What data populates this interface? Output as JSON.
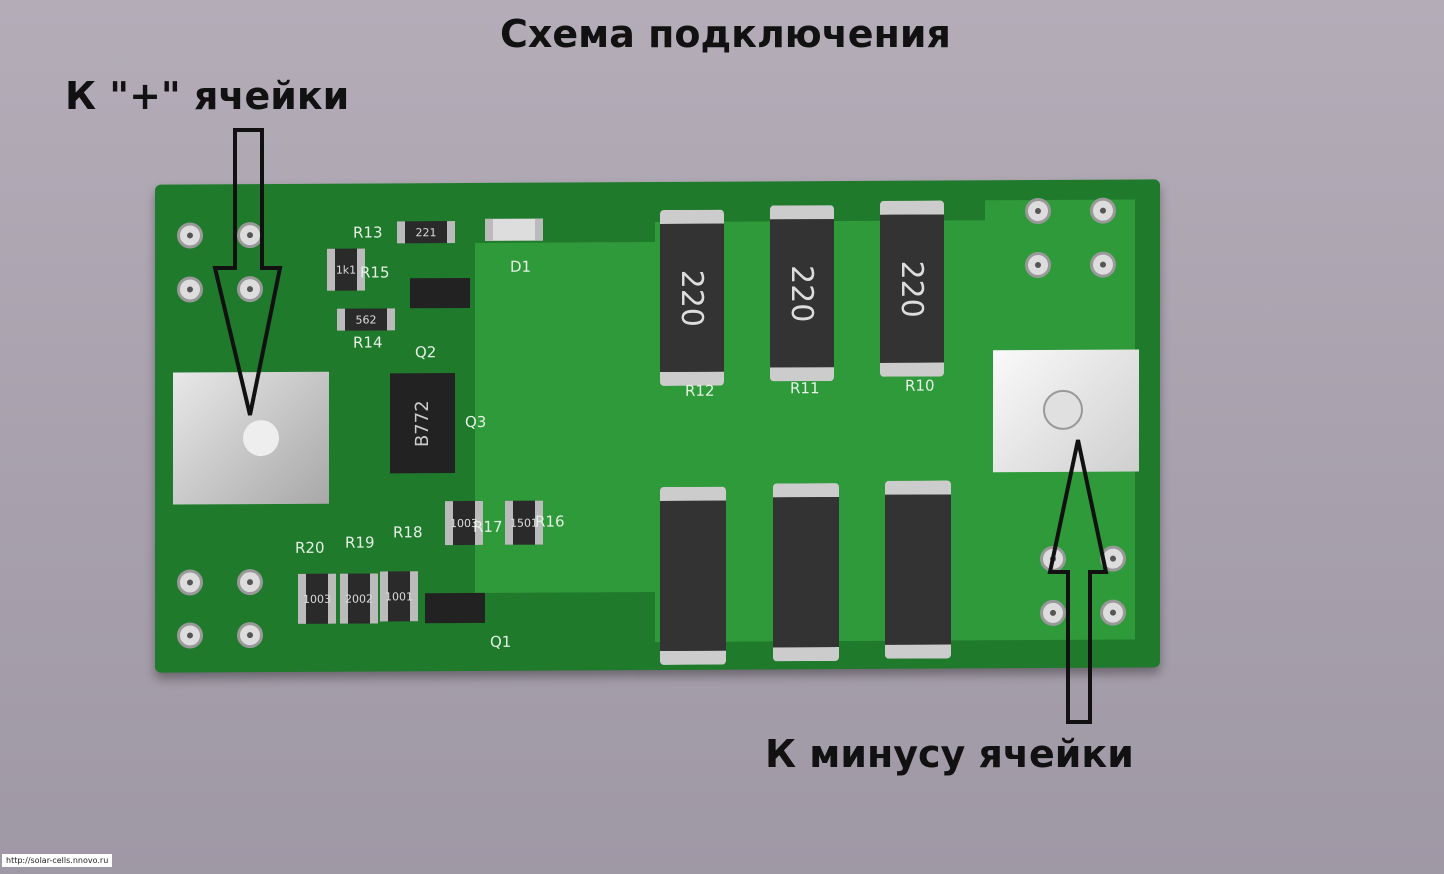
{
  "title": "Схема подключения",
  "label_plus": "К \"+\"  ячейки",
  "label_minus": "К минусу ячейки",
  "watermark": "http://solar-cells.nnovo.ru",
  "components": {
    "big_resistor_value": "220",
    "ic_marking": "B772",
    "small": [
      "221",
      "562",
      "1k1",
      "1003",
      "2002",
      "1001",
      "1003",
      "1501"
    ],
    "silk": [
      "R13",
      "R15",
      "R14",
      "D1",
      "Q2",
      "Q3",
      "R12",
      "R11",
      "R10",
      "R20",
      "R19",
      "R18",
      "R17",
      "R16",
      "Q1"
    ]
  },
  "colors": {
    "pcb": "#1f7a2c",
    "background": "#aaa3ae"
  }
}
